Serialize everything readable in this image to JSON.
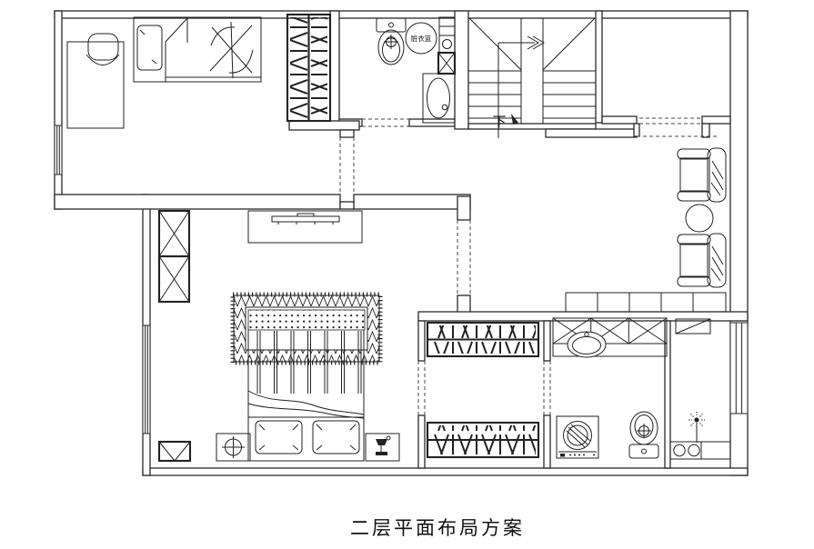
{
  "title": "二层平面布局方案",
  "labels": {
    "laundry_basket": "脏衣篮",
    "stairs_down": "下"
  },
  "colors": {
    "background": "#ffffff",
    "wall_line": "#2a2a2a",
    "furniture_line": "#222222",
    "dashed_opening": "#4a4a4a"
  },
  "drawing": {
    "type": "floor-plan",
    "floor": "second",
    "fixtures": [
      "desk",
      "office-chair",
      "single-bed",
      "hanging-wardrobe",
      "toilet",
      "laundry-basket",
      "wall-shelves",
      "washbasin",
      "duct-shaft",
      "bathtub",
      "staircase-down",
      "void-room",
      "armchair",
      "round-side-table",
      "storage-cabinet-row",
      "tv",
      "tv-cabinet",
      "double-bed",
      "fringed-bed-runner",
      "pillows",
      "nightstand-ceiling-lamp-symbol",
      "nightstand-table-lamp",
      "walk-in-closet-wardrobes",
      "vanity-counter-with-basin",
      "washing-machine",
      "toilet-2",
      "shower-head",
      "shower-counter-basins",
      "windows"
    ]
  }
}
